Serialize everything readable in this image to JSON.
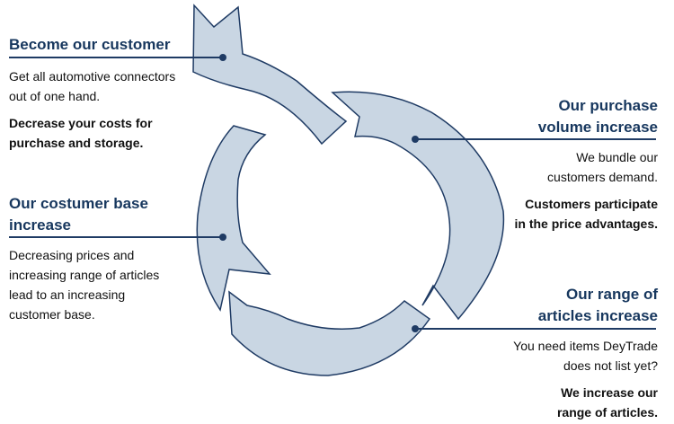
{
  "colors": {
    "arrow_fill": "#c9d6e3",
    "arrow_stroke": "#1f3b64",
    "heading": "#17375e",
    "rule": "#1f3b64"
  },
  "blocks": {
    "become_customer": {
      "heading": "Become our customer",
      "body": [
        "Get all automotive connectors",
        "out of one hand."
      ],
      "emphasis": [
        "Decrease your costs for",
        "purchase and storage."
      ]
    },
    "purchase_volume": {
      "heading": [
        "Our purchase",
        "volume increase"
      ],
      "body": [
        "We bundle our",
        "customers demand."
      ],
      "emphasis": [
        "Customers participate",
        "in the price advantages."
      ]
    },
    "customer_base": {
      "heading": [
        "Our costumer base",
        "increase"
      ],
      "body": [
        "Decreasing prices and",
        "increasing range of articles",
        "lead to an increasing",
        "customer base."
      ]
    },
    "range_of_articles": {
      "heading": [
        "Our range of",
        "articles increase"
      ],
      "body": [
        "You need items DeyTrade",
        "does not list yet?"
      ],
      "emphasis": [
        "We increase our",
        "range of articles."
      ]
    }
  }
}
